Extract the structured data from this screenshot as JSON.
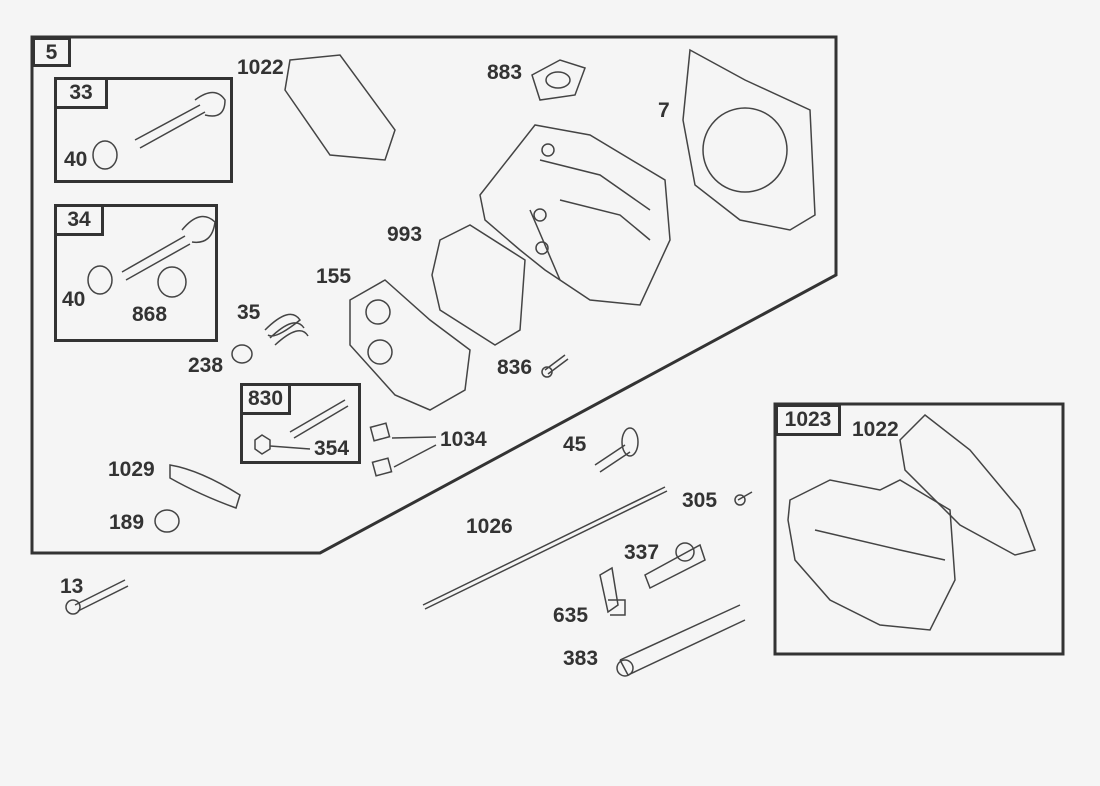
{
  "groups": {
    "main": "5",
    "intake_valve": "33",
    "exhaust_valve": "34",
    "stud_kit": "830",
    "valve_cover_kit": "1023"
  },
  "labels": {
    "gasket_cover_top": "1022",
    "gasket_intake": "883",
    "head_gasket": "7",
    "retainer_1": "40",
    "retainer_2": "40",
    "gasket_993": "993",
    "plate_155": "155",
    "seal_868": "868",
    "spring_35": "35",
    "cap_238": "238",
    "screw_836": "836",
    "nut_354": "354",
    "clip_1034": "1034",
    "rocker_45": "45",
    "rocker_1029": "1029",
    "nut_189": "189",
    "screw_305": "305",
    "pushrod_1026": "1026",
    "spark_plug_337": "337",
    "bolt_13": "13",
    "fitting_635": "635",
    "tube_383": "383",
    "gasket_cover_kit": "1022"
  }
}
